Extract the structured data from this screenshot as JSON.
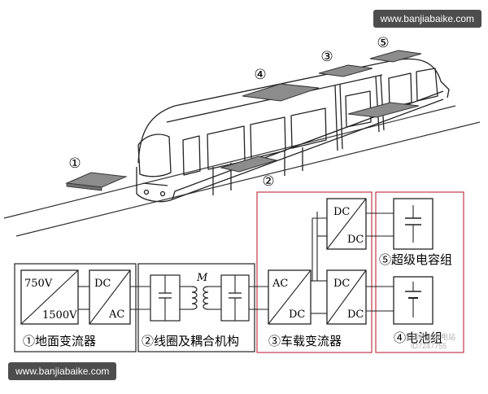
{
  "watermark_top": "www.banjiabaike.com",
  "watermark_bottom": "www.banjiabaike.com",
  "watermark_overlay": [
    "全国移动变电站",
    "ID7247755"
  ],
  "markers": {
    "m1": "①",
    "m2": "②",
    "m3": "③",
    "m4": "④",
    "m5": "⑤"
  },
  "blocks": {
    "ground_converter": {
      "top_left": "750V",
      "bottom_left": "1500V",
      "dc": "DC",
      "ac": "AC"
    },
    "coupling": {
      "m": "M"
    },
    "onboard_ac_dc": {
      "ac": "AC",
      "dc": "DC"
    },
    "onboard_dc_dc_upper": {
      "dc1": "DC",
      "dc2": "DC"
    },
    "onboard_dc_dc_lower": {
      "dc1": "DC",
      "dc2": "DC"
    }
  },
  "labels": {
    "ground": "①地面变流器",
    "coupling": "②线圈及耦合机构",
    "onboard": "③车载变流器",
    "supercap": "⑤超级电容组",
    "battery": "④电池组"
  },
  "colors": {
    "region_border": "#c0394b",
    "line": "#1a1a1a",
    "plate": "#888888"
  }
}
